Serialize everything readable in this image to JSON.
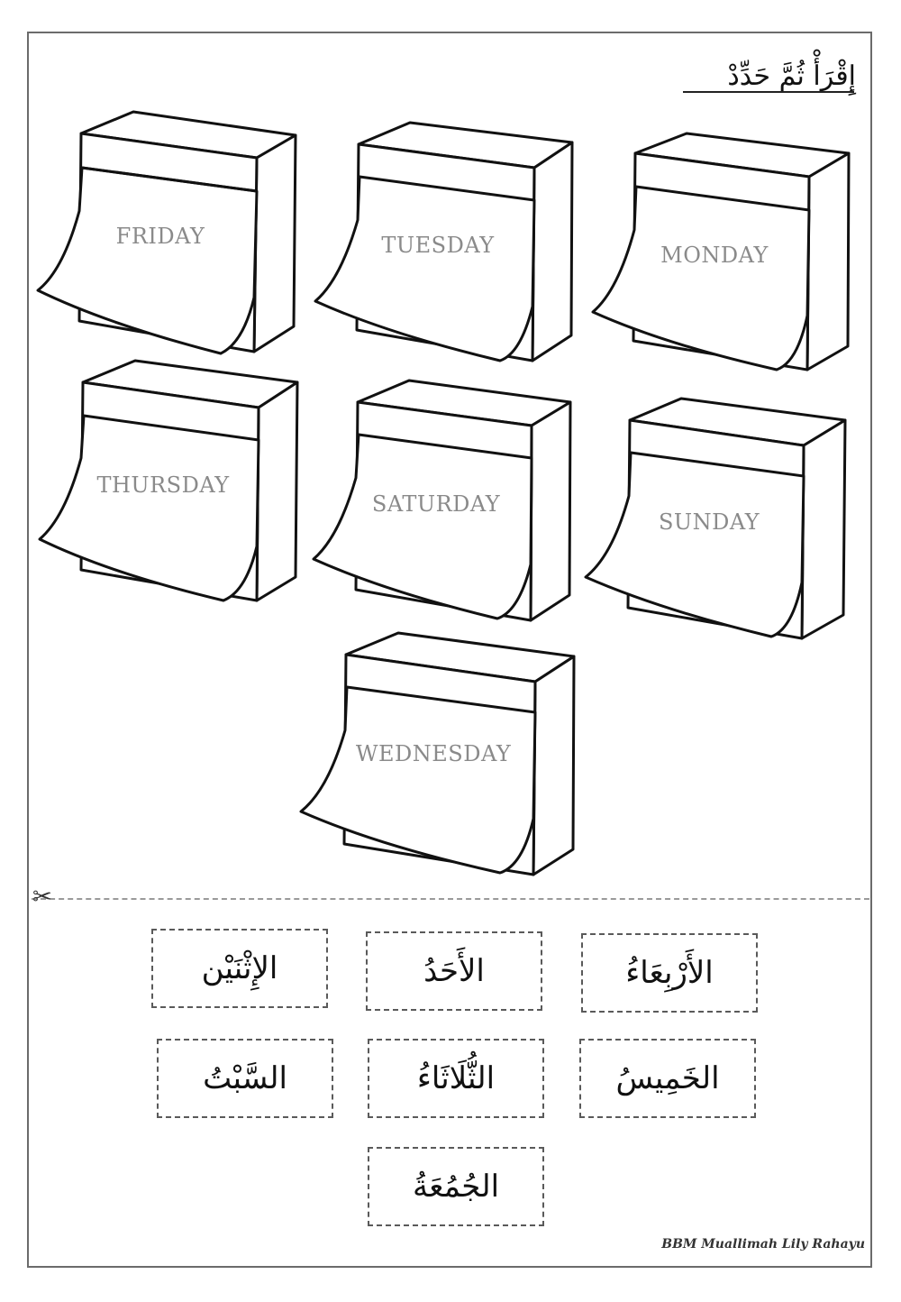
{
  "instruction": "إِقْرَأْ ثُمَّ حَدِّدْ",
  "days": [
    {
      "label": "FRIDAY"
    },
    {
      "label": "TUESDAY"
    },
    {
      "label": "MONDAY"
    },
    {
      "label": "THURSDAY"
    },
    {
      "label": "SATURDAY"
    },
    {
      "label": "SUNDAY"
    },
    {
      "label": "WEDNESDAY"
    }
  ],
  "cutouts": [
    {
      "text": "الإِثْنَيْن"
    },
    {
      "text": "الأَحَدُ"
    },
    {
      "text": "الأَرْبِعَاءُ"
    },
    {
      "text": "السَّبْتُ"
    },
    {
      "text": "الثُّلَاثَاءُ"
    },
    {
      "text": "الخَمِيسُ"
    },
    {
      "text": "الجُمُعَةُ"
    }
  ],
  "scissors_icon": "scissors-icon",
  "credit": "BBM Muallimah Lily Rahayu"
}
